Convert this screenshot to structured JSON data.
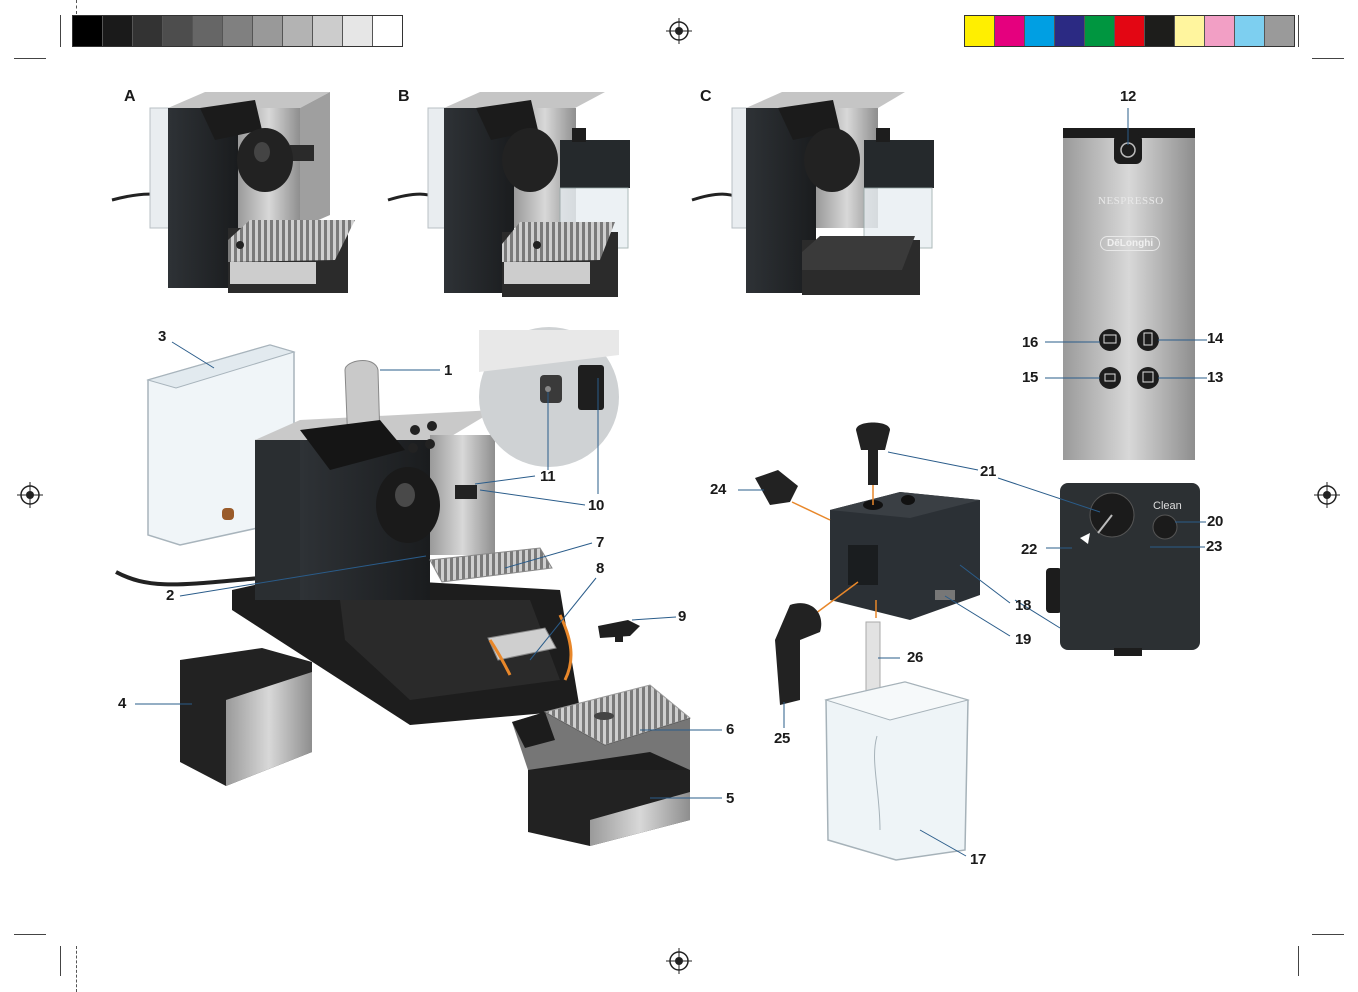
{
  "sections": [
    "A",
    "B",
    "C"
  ],
  "callouts": {
    "c1": "1",
    "c2": "2",
    "c3": "3",
    "c4": "4",
    "c5": "5",
    "c6": "6",
    "c7": "7",
    "c8": "8",
    "c9": "9",
    "c10": "10",
    "c11": "11",
    "c12": "12",
    "c13": "13",
    "c14": "14",
    "c15": "15",
    "c16": "16",
    "c17": "17",
    "c18": "18",
    "c19": "19",
    "c20": "20",
    "c21": "21",
    "c22": "22",
    "c23": "23",
    "c24": "24",
    "c25": "25",
    "c26": "26"
  },
  "panel": {
    "brand": "NESPRESSO",
    "maker": "DēLonghi"
  },
  "milk_unit": {
    "clean_label": "Clean"
  },
  "gray_scale": [
    "#000000",
    "#1a1a1a",
    "#333333",
    "#4d4d4d",
    "#666666",
    "#808080",
    "#999999",
    "#b3b3b3",
    "#cccccc",
    "#e6e6e6",
    "#ffffff"
  ],
  "color_scale": [
    "#ffef00",
    "#e5007e",
    "#009fe3",
    "#2b2a83",
    "#009640",
    "#e30613",
    "#1d1d1b",
    "#fff59e",
    "#f29fc5",
    "#7dcff0",
    "#9a9a9a"
  ],
  "colors": {
    "accent_line": "#e8872a",
    "leader": "#2a5c8a"
  }
}
